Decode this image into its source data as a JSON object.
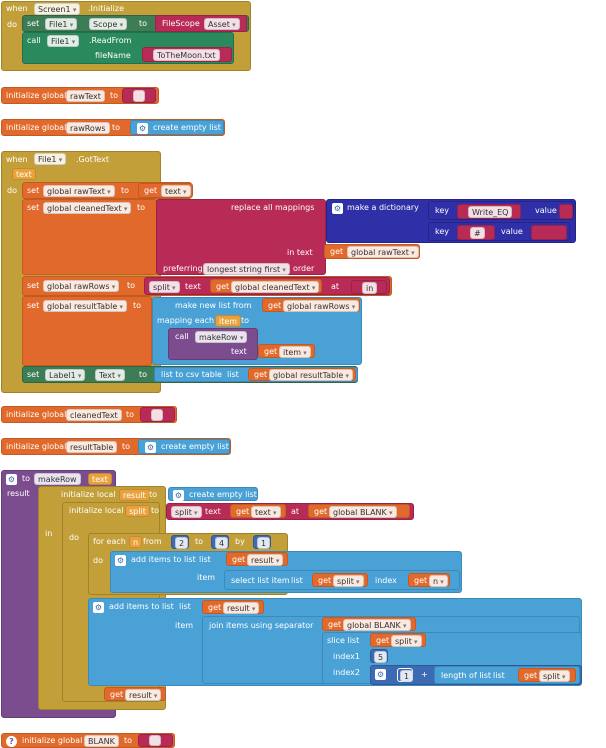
{
  "when": "when",
  "do": "do",
  "to": "to",
  "set": "set",
  "call": "call",
  "get": "get",
  "init_global": "initialize global",
  "init_local": "initialize local",
  "screen1": "Screen1",
  "initialize_event": ".Initialize",
  "file1": "File1",
  "scope": "Scope",
  "filescope": "FileScope",
  "asset": "Asset",
  "readfrom": ".ReadFrom",
  "filename": "fileName",
  "tothemoon": "ToTheMoon.txt",
  "rawtext": "rawText",
  "rawrows": "rawRows",
  "create_empty_list": "create empty list",
  "gottext": ".GotText",
  "text_param": "text",
  "text_word": "text",
  "global_rawtext": "global rawText",
  "global_cleanedtext": "global cleanedText",
  "replace_all_mappings": "replace all mappings",
  "make_a_dictionary": "make a dictionary",
  "key": "key",
  "value": "value",
  "write_eq": "Write_EQ",
  "hash": "#",
  "in_text": "in text",
  "preferring": "preferring",
  "longest_first": "longest string first",
  "order": "order",
  "global_rawrows": "global rawRows",
  "split": "split",
  "at": "at",
  "in_str": "in",
  "global_resulttable": "global resultTable",
  "make_new_list_from": "make new list from",
  "mapping_each": "mapping each",
  "item": "item",
  "makerow": "makeRow",
  "label1": "Label1",
  "text_prop": "Text",
  "list_to_csv": "list to csv table",
  "list": "list",
  "cleanedtext": "cleanedText",
  "resulttable": "resultTable",
  "result": "result",
  "global_blank": "global BLANK",
  "in_word": "in",
  "for_each": "for each",
  "n": "n",
  "from": "from",
  "by": "by",
  "num_2": "2",
  "num_4": "4",
  "num_1": "1",
  "num_5": "5",
  "add_items_to_list": "add items to list",
  "select_list_item": "select list item",
  "index": "index",
  "join_items": "join items using separator",
  "slice_list": "slice list",
  "index1": "index1",
  "index2": "index2",
  "plus": "+",
  "length_of_list": "length of list",
  "blank": "BLANK",
  "question": "?",
  "gear_icon": "gear-icon",
  "dropdown_icon": "chevron-down-icon",
  "colors": {
    "event": "#c29f39",
    "variable": "#e1692b",
    "component": "#3d7d55",
    "list": "#4aa1d6",
    "text": "#b82b56",
    "dictionary": "#2f2fa8",
    "procedure": "#7b4d8e",
    "math": "#3c6bb4"
  }
}
